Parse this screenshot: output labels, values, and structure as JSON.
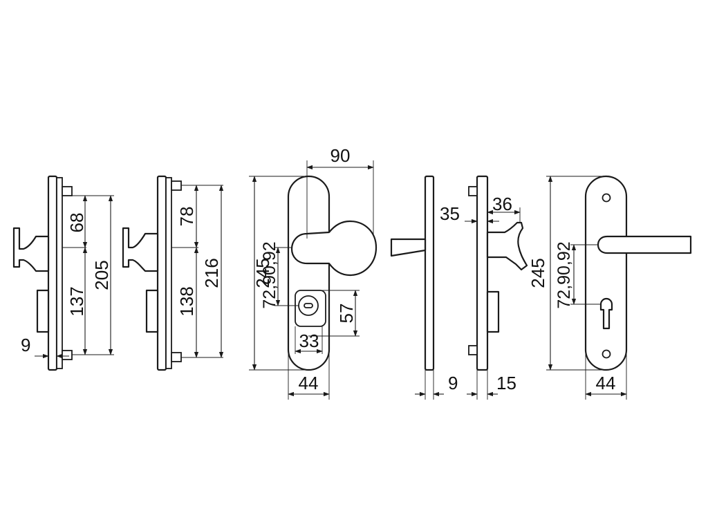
{
  "views": {
    "view_1": {
      "upper_distance": "68",
      "lower_distance": "137",
      "total_height": "205",
      "plate_thickness": "9"
    },
    "view_2": {
      "upper_distance": "78",
      "lower_distance": "138",
      "total_height": "216"
    },
    "front_knob": {
      "knob_projection": "90",
      "total_height": "245",
      "spindle_distance": "72,90,92",
      "cylinder_distance": "57",
      "rosette_width": "33",
      "plate_width": "44"
    },
    "side_lever": {
      "plate_thickness": "9"
    },
    "side_knob": {
      "knob_offset": "35",
      "knob_depth": "36",
      "plate_thickness": "15"
    },
    "front_lever": {
      "total_height": "245",
      "spindle_distance": "72,90,92",
      "plate_width": "44"
    }
  }
}
